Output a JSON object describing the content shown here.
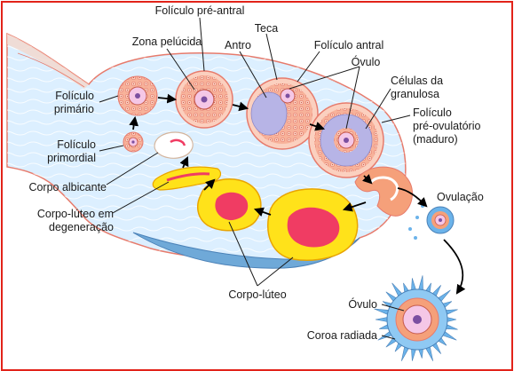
{
  "labels": {
    "foliculo_pre_antral": "Folículo pré-antral",
    "teca": "Teca",
    "zona_pelucida": "Zona pelúcida",
    "antro": "Antro",
    "foliculo_antral": "Folículo antral",
    "ovulo_top": "Óvulo",
    "celulas_granulosa_1": "Células da",
    "celulas_granulosa_2": "granulosa",
    "foliculo_primario_1": "Folículo",
    "foliculo_primario_2": "primário",
    "foliculo_preovulatorio_1": "Folículo",
    "foliculo_preovulatorio_2": "pré-ovulatório",
    "foliculo_preovulatorio_3": "(maduro)",
    "foliculo_primordial_1": "Folículo",
    "foliculo_primordial_2": "primordial",
    "corpo_albicante": "Corpo albicante",
    "ovulacao": "Ovulação",
    "corpo_luteo_degeneracao_1": "Corpo-lúteo em",
    "corpo_luteo_degeneracao_2": "degeneração",
    "corpo_luteo": "Corpo-lúteo",
    "ovulo_bottom": "Óvulo",
    "coroa_radiada": "Coroa radiada"
  },
  "colors": {
    "frame": "#e2231a",
    "ovary_fill": "#dcefff",
    "ovary_stroke": "#e77b6c",
    "cumulus": "#f5a07a",
    "corpus_yellow": "#ffe21a",
    "corpus_red": "#f03c63",
    "antrum": "#b7b4e6",
    "corona": "#6bb3ea"
  }
}
